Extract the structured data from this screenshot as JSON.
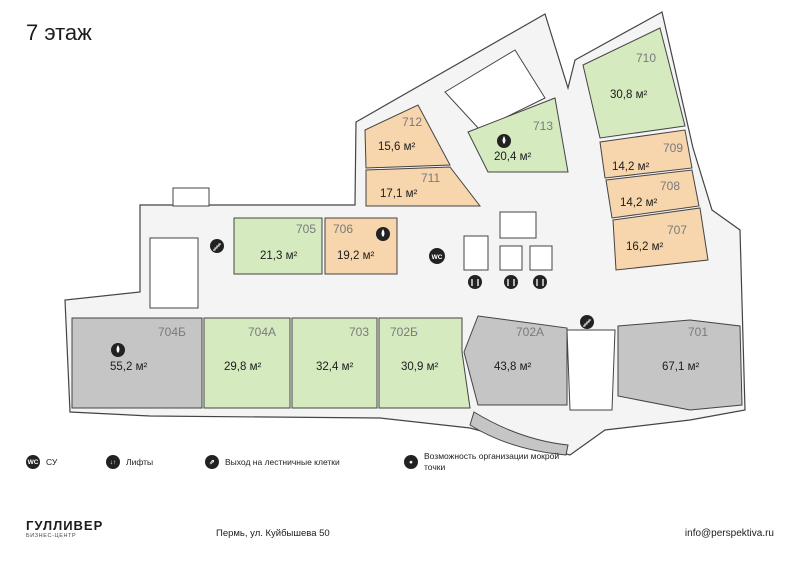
{
  "title": "7 этаж",
  "colors": {
    "green": "#d6eac0",
    "orange": "#f7d5ad",
    "gray": "#c5c5c5",
    "corridor": "#f4f4f4",
    "wall": "#444444"
  },
  "rooms": [
    {
      "id": "710",
      "area": "30,8 м²",
      "color": "green"
    },
    {
      "id": "709",
      "area": "14,2 м²",
      "color": "orange"
    },
    {
      "id": "708",
      "area": "14,2 м²",
      "color": "orange"
    },
    {
      "id": "707",
      "area": "16,2 м²",
      "color": "orange"
    },
    {
      "id": "713",
      "area": "20,4 м²",
      "color": "green",
      "wet_point": true
    },
    {
      "id": "712",
      "area": "15,6 м²",
      "color": "orange"
    },
    {
      "id": "711",
      "area": "17,1 м²",
      "color": "orange"
    },
    {
      "id": "705",
      "area": "21,3 м²",
      "color": "green"
    },
    {
      "id": "706",
      "area": "19,2 м²",
      "color": "orange",
      "wet_point": true
    },
    {
      "id": "704Б",
      "area": "55,2 м²",
      "color": "gray",
      "wet_point": true
    },
    {
      "id": "704А",
      "area": "29,8 м²",
      "color": "green"
    },
    {
      "id": "703",
      "area": "32,4 м²",
      "color": "green"
    },
    {
      "id": "702Б",
      "area": "30,9 м²",
      "color": "green"
    },
    {
      "id": "702А",
      "area": "43,8 м²",
      "color": "gray"
    },
    {
      "id": "701",
      "area": "67,1 м²",
      "color": "gray"
    }
  ],
  "plan_labels": {
    "wc": "WC"
  },
  "legend": [
    {
      "icon": "wc-icon",
      "icon_text": "WC",
      "label": "СУ"
    },
    {
      "icon": "elevator-icon",
      "icon_text": "↓↑",
      "label": "Лифты"
    },
    {
      "icon": "stairs-exit-icon",
      "icon_text": "⇗",
      "label": "Выход на лестничные клетки"
    },
    {
      "icon": "water-drop-icon",
      "icon_text": "●",
      "label": "Возможность организации мокрой точки"
    }
  ],
  "brand": {
    "name": "ГУЛЛИВЕР",
    "subtitle": "БИЗНЕС-ЦЕНТР"
  },
  "address": "Пермь, ул. Куйбышева 50",
  "email": "info@perspektiva.ru"
}
